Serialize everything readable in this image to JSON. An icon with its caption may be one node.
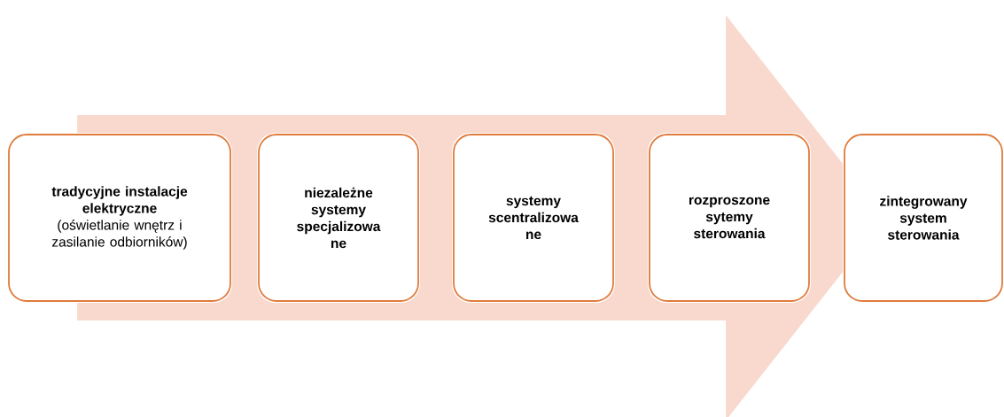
{
  "diagram": {
    "nodes": [
      {
        "text": [
          "tradycyjne instalacje elektryczne",
          "(oświetlanie wnętrz i zasilanie odbiorników)"
        ]
      },
      {
        "text": [
          "niezależne systemy specjalizowa ne"
        ]
      },
      {
        "text": [
          "systemy scentralizowa ne"
        ]
      },
      {
        "text": [
          "rozproszone sytemy sterowania"
        ]
      },
      {
        "text": [
          "zintegrowany system sterowania"
        ]
      }
    ],
    "edges": [
      {
        "from": 0,
        "to": 4,
        "arrow": "to"
      }
    ]
  }
}
